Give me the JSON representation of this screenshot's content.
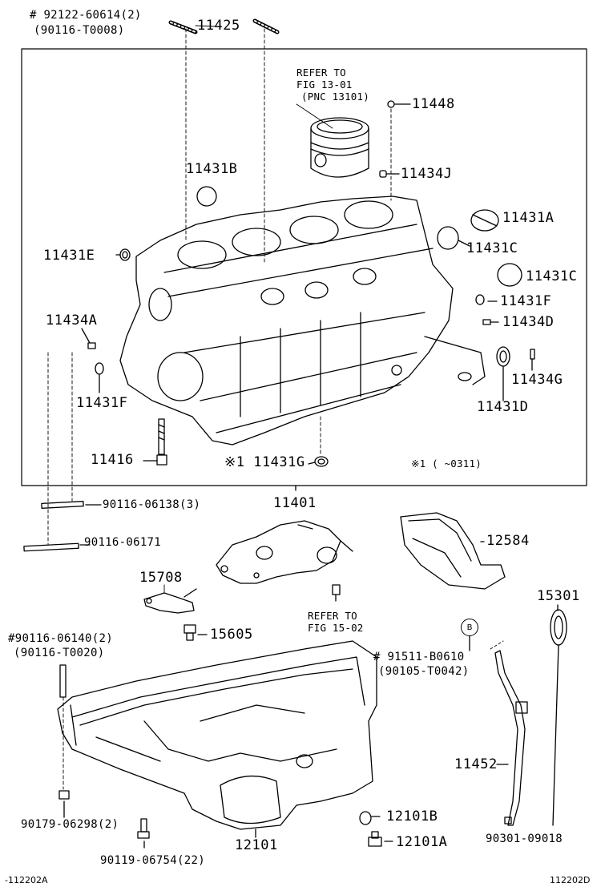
{
  "labels": {
    "p92122": "# 92122-60614(2)",
    "p90116t0008": "(90116-T0008)",
    "p11425": "11425",
    "refer13": "REFER TO",
    "refer13fig": "FIG 13-01",
    "refer13pnc": "(PNC 13101)",
    "p11448": "11448",
    "p11434j": "11434J",
    "p11431b": "11431B",
    "p11431a": "11431A",
    "p11431c1": "11431C",
    "p11431c2": "11431C",
    "p11431e": "11431E",
    "p11431f1": "11431F",
    "p11434d": "11434D",
    "p11434a": "11434A",
    "p11434g": "11434G",
    "p11431f2": "11431F",
    "p11431d": "11431D",
    "p11416": "11416",
    "p11431g": "※1 11431G",
    "note1": "※1 (   ~0311)",
    "p90116_06138": "90116-06138(3)",
    "p11401": "11401",
    "p90116_06171": "90116-06171",
    "p12584": "12584",
    "p15708": "15708",
    "refer15": "REFER TO",
    "refer15fig": "FIG 15-02",
    "p15301": "15301",
    "p15605": "15605",
    "p90116_06140": "#90116-06140(2)",
    "p90116t0020": "(90116-T0020)",
    "refB": "B",
    "p91511": "# 91511-B0610",
    "p90105": "(90105-T0042)",
    "p11452": "11452",
    "p90179": "90179-06298(2)",
    "p12101b": "12101B",
    "p12101": "12101",
    "p12101a": "12101A",
    "p90301": "90301-09018",
    "p90119": "90119-06754(22)",
    "foot_left": "-112202A",
    "foot_right": "112202D"
  }
}
